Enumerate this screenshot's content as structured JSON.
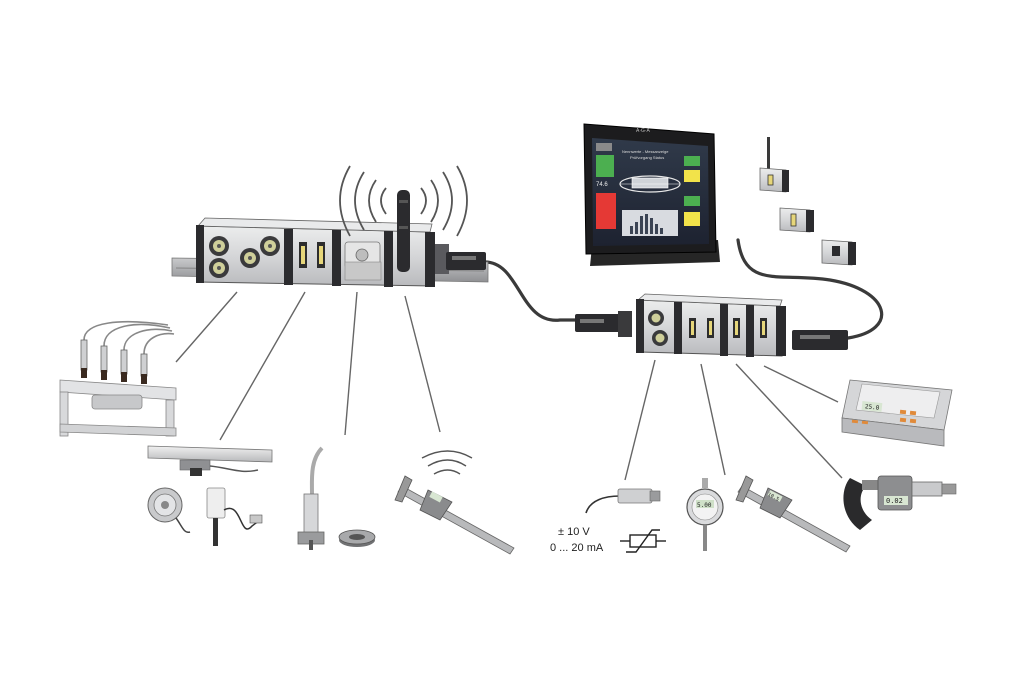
{
  "tablet_screen": {
    "top_label": "A·G·A",
    "title_line1": "Nennwerte - Messanzeige",
    "title_line2": "Prüfvorgang Status",
    "left_value": "74.6"
  },
  "scale_display": "25.0",
  "micrometer_display": "0.02",
  "caliper_display": "10.5",
  "gauge_display": "5.00",
  "analog_labels": {
    "voltage": "± 10 V",
    "current": "0 ... 20 mA"
  },
  "colors": {
    "module_body": "#d9dadc",
    "module_dark": "#2b2b2e",
    "screen_green": "#4caf50",
    "screen_red": "#e53935",
    "screen_yellow": "#f2e34a",
    "leader_line": "#666666"
  },
  "icons": {
    "wireless": "wireless-signal-icon",
    "sensor": "thermistor-symbol-icon"
  }
}
